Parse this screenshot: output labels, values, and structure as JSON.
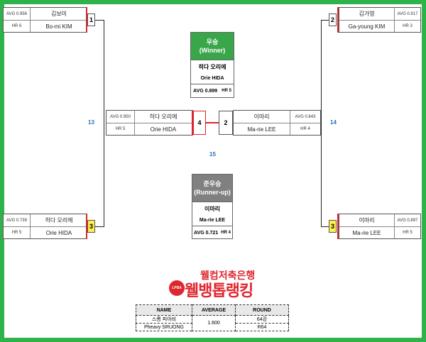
{
  "matches": {
    "left_semi": "13",
    "right_semi": "14",
    "final": "15"
  },
  "players": {
    "top_left": {
      "avg": "AVG 0.956",
      "hr": "HR 6",
      "name_ko": "김보미",
      "name_en": "Bo-mi KIM",
      "seed": "1"
    },
    "bottom_left": {
      "avg": "AVG 0.739",
      "hr": "HR 5",
      "name_ko": "히다 오리에",
      "name_en": "Orie HIDA",
      "seed": "3"
    },
    "top_right": {
      "avg": "AVG 0.917",
      "hr": "HR 3",
      "name_ko": "김가영",
      "name_en": "Ga-young KIM",
      "seed": "2"
    },
    "bottom_right": {
      "avg": "AVG 0.897",
      "hr": "HR 5",
      "name_ko": "이마리",
      "name_en": "Ma-rie LEE",
      "seed": "3"
    },
    "final_left": {
      "avg": "AVG 0.950",
      "hr": "HR 5",
      "name_ko": "히다 오리에",
      "name_en": "Orie HIDA",
      "score": "4"
    },
    "final_right": {
      "avg": "AVG 0.843",
      "hr": "HR 4",
      "name_ko": "이마리",
      "name_en": "Ma-rie LEE",
      "score": "2"
    }
  },
  "winner": {
    "title_ko": "우승",
    "title_en": "(Winner)",
    "name_ko": "히다 오리에",
    "name_en": "Orie HIDA",
    "avg": "AVG 0.899",
    "hr": "HR 5",
    "color": "#3aa64a"
  },
  "runner_up": {
    "title_ko": "준우승",
    "title_en": "(Runner-up)",
    "name_ko": "이마리",
    "name_en": "Ma-rie LEE",
    "avg": "AVG 0.721",
    "hr": "HR 4",
    "color": "#808080"
  },
  "logo": {
    "badge": "LPBA",
    "line1": "웰컴저축은행",
    "line2": "웰뱅톱랭킹",
    "color": "#e0262f"
  },
  "table": {
    "headers": [
      "NAME",
      "AVERAGE",
      "ROUND"
    ],
    "name_ko": "스롱 피아비",
    "name_en": "Pheavy SRUONG",
    "average": "1.600",
    "round_ko": "64강",
    "round_en": "R64"
  },
  "colors": {
    "frame": "#2db34a",
    "accent_red": "#d9262b",
    "seed_yellow": "#fff04a",
    "match_blue": "#2a6ebb"
  }
}
